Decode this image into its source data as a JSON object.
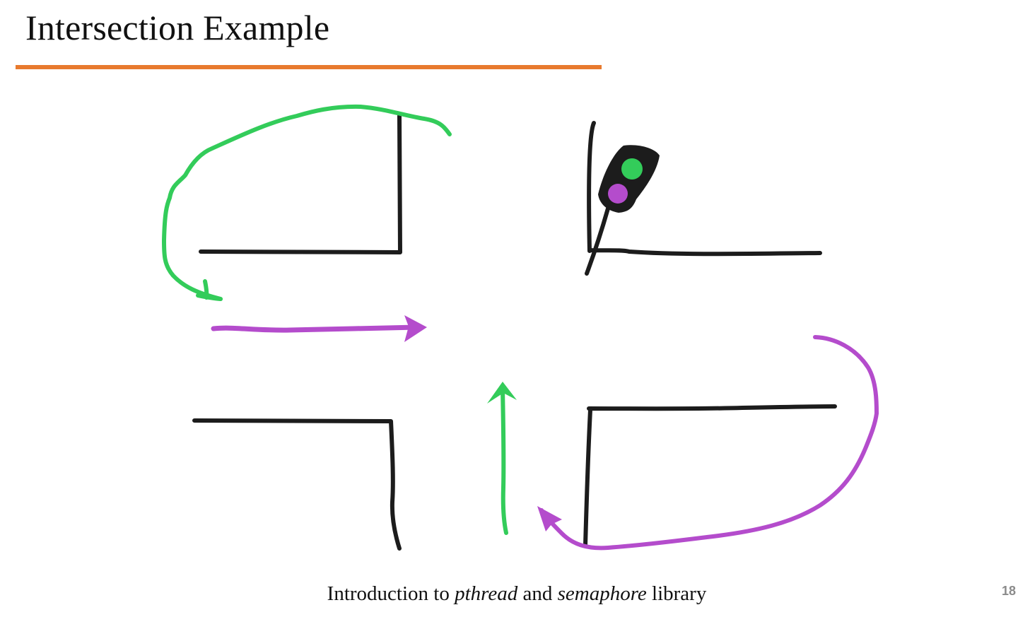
{
  "slide": {
    "title": "Intersection Example",
    "page_number": "18"
  },
  "footer": {
    "part1": "Introduction to ",
    "italic1": "pthread",
    "part2": " and ",
    "italic2": "semaphore",
    "part3": " library"
  },
  "colors": {
    "rule": "#e87a2e",
    "road": "#1c1c1c",
    "green": "#33cc5a",
    "purple": "#b44ccc"
  }
}
